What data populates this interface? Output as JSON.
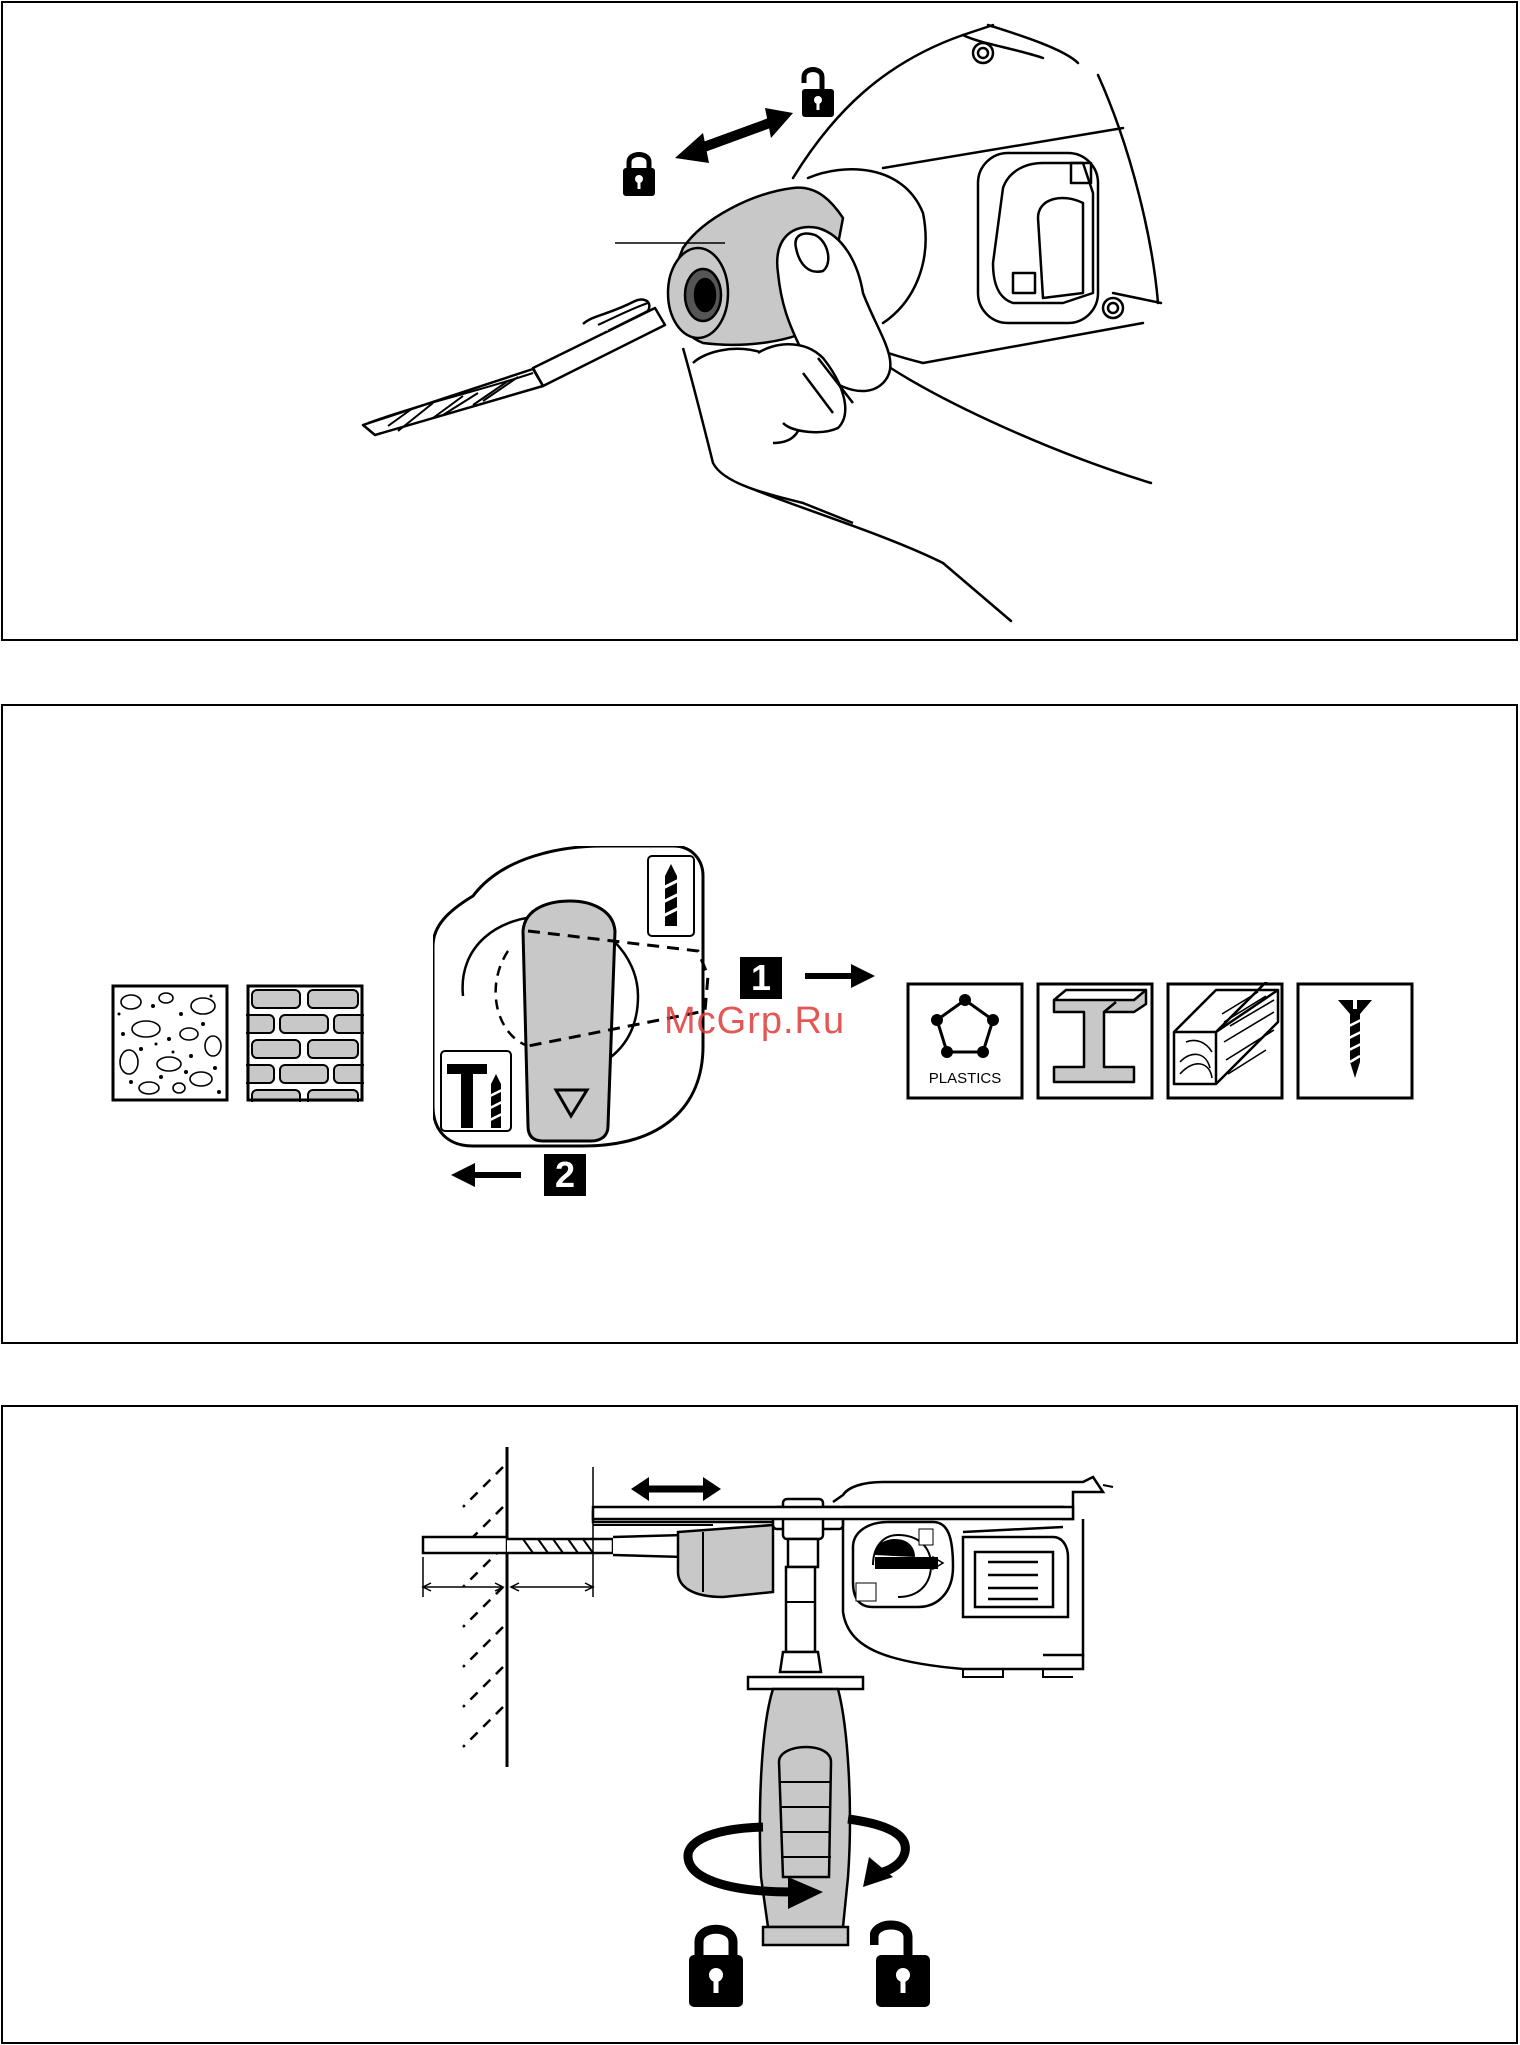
{
  "watermark": "McGrp.Ru",
  "panel2": {
    "step1_label": "1",
    "step2_label": "2",
    "plastics_label": "PLASTICS"
  },
  "colors": {
    "gray_fill": "#c8c8c8",
    "stroke": "#000000",
    "watermark": "#e03a3a"
  },
  "icons": [
    "lock-icon",
    "unlock-icon",
    "hammer-drill-mode-icon",
    "drill-mode-icon",
    "concrete-icon",
    "brick-icon",
    "plastics-icon",
    "steel-icon",
    "wood-icon",
    "screw-icon"
  ]
}
